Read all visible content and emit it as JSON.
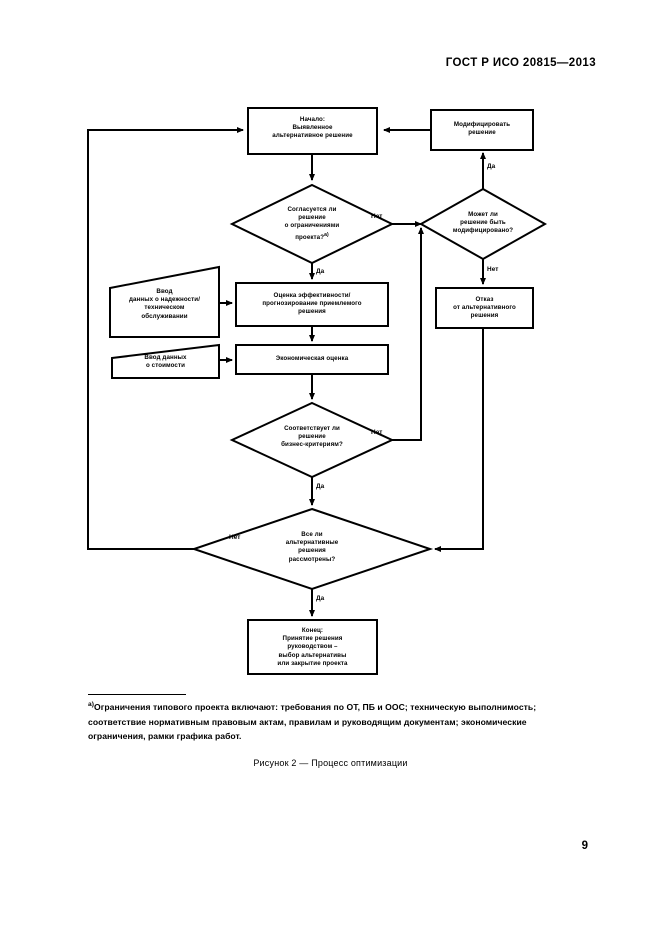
{
  "document": {
    "header": "ГОСТ Р ИСО 20815—2013",
    "page_number": "9",
    "figure_caption": "Рисунок 2 — Процесс оптимизации",
    "footnote_marker": "a)",
    "footnote_text": "Ограничения типового проекта включают: требования по ОТ, ПБ и ООС; техническую выполнимость; соответствие нормативным правовым актам, правилам и руководящим документам; экономические ограничения, рамки графика работ."
  },
  "flowchart": {
    "nodes": {
      "start": "Начало:\nВыявленное\nальтернативное решение",
      "modify": "Модифицировать\nрешение",
      "decision_constraints": "Согласуется ли\nрешение\nо ограничениями\nпроекта?",
      "decision_constraints_sup": "a)",
      "decision_can_modify": "Может ли\nрешение быть\nмодифицировано?",
      "input_reliability": "Ввод\nданных о надежности/\nтехническом\nобслуживании",
      "input_cost": "Ввод данных\nо стоимости",
      "evaluate": "Оценка эффективности/\nпрогнозирование приемлемого\nрешения",
      "economic": "Экономическая оценка",
      "reject": "Отказ\nот альтернативного\nрешения",
      "decision_business": "Соответствует ли\nрешение\nбизнес-критериям?",
      "decision_all_alternatives": "Все ли\nальтернативные\nрешения\nрассмотрены?",
      "end": "Конец:\nПринятие решения\nруководством –\nвыбор альтернативы\nили закрытие проекта"
    },
    "labels": {
      "no_constraints": "Нет",
      "yes_constraints": "Да",
      "yes_can_modify": "Да",
      "no_can_modify": "Нет",
      "no_business": "Нет",
      "yes_business": "Да",
      "no_all": "Нет",
      "yes_all": "Да"
    },
    "colors": {
      "stroke": "#000000",
      "fill": "#ffffff",
      "text": "#000000"
    }
  }
}
